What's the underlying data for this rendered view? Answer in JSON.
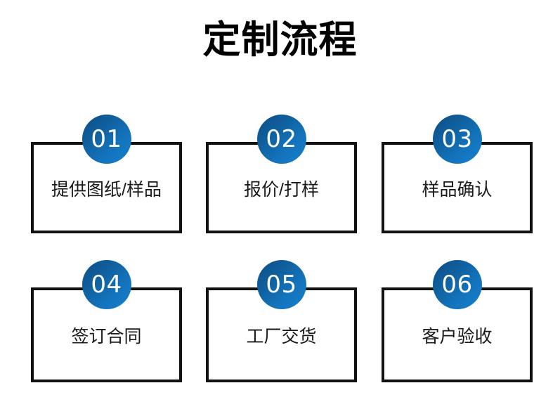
{
  "page": {
    "title": "定制流程",
    "background_color": "#ffffff",
    "text_color": "#111111"
  },
  "theme": {
    "badge_gradient_start": "#0d4c85",
    "badge_gradient_end": "#1580cd",
    "badge_text_color": "#ffffff",
    "box_border_color": "#111111"
  },
  "flow": {
    "steps": [
      {
        "number": "01",
        "label": "提供图纸/样品"
      },
      {
        "number": "02",
        "label": "报价/打样"
      },
      {
        "number": "03",
        "label": "样品确认"
      },
      {
        "number": "04",
        "label": "签订合同"
      },
      {
        "number": "05",
        "label": "工厂交货"
      },
      {
        "number": "06",
        "label": "客户验收"
      }
    ]
  }
}
